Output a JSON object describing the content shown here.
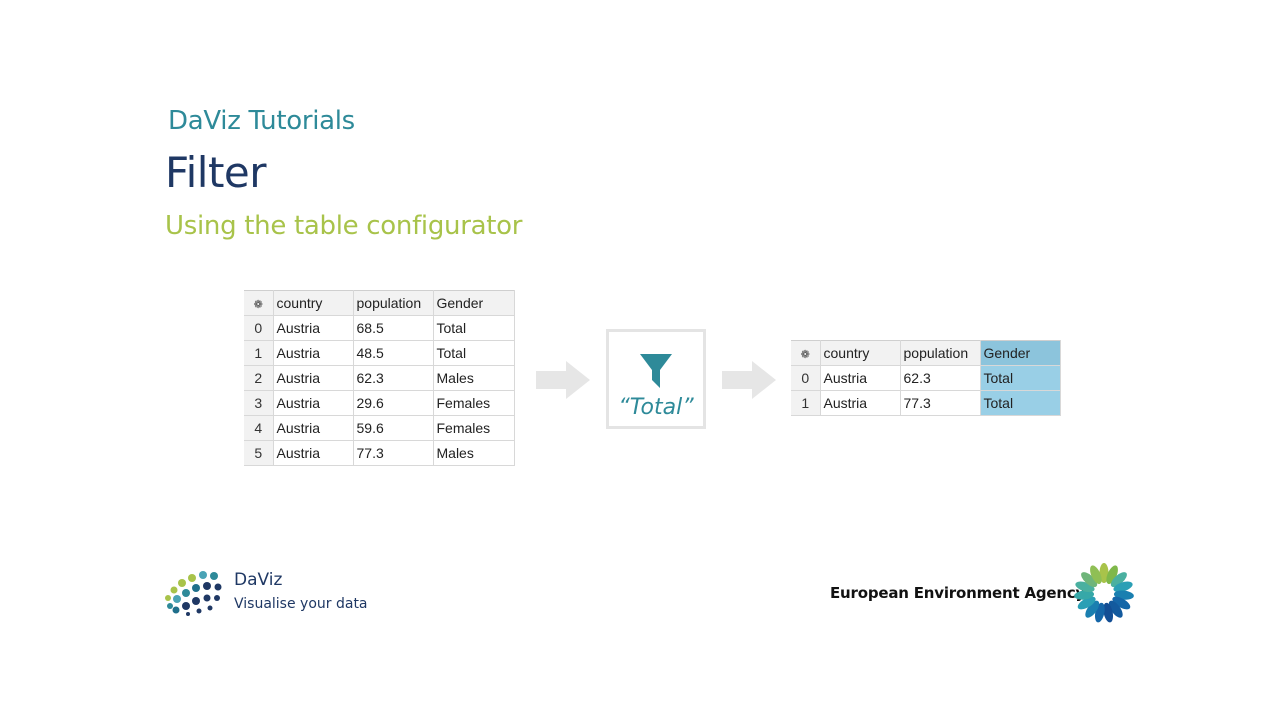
{
  "header": {
    "series": "DaViz Tutorials",
    "title": "Filter",
    "subtitle": "Using the table configurator"
  },
  "source_table": {
    "columns": [
      "country",
      "population",
      "Gender"
    ],
    "rows": [
      {
        "idx": "0",
        "country": "Austria",
        "population": "68.5",
        "gender": "Total"
      },
      {
        "idx": "1",
        "country": "Austria",
        "population": "48.5",
        "gender": "Total"
      },
      {
        "idx": "2",
        "country": "Austria",
        "population": "62.3",
        "gender": "Males"
      },
      {
        "idx": "3",
        "country": "Austria",
        "population": "29.6",
        "gender": "Females"
      },
      {
        "idx": "4",
        "country": "Austria",
        "population": "59.6",
        "gender": "Females"
      },
      {
        "idx": "5",
        "country": "Austria",
        "population": "77.3",
        "gender": "Males"
      }
    ]
  },
  "filter": {
    "icon": "filter-funnel-icon",
    "value": "“Total”",
    "color": "#2e8a99"
  },
  "result_table": {
    "columns": [
      "country",
      "population",
      "Gender"
    ],
    "highlight_color": "#99cfe6",
    "rows": [
      {
        "idx": "0",
        "country": "Austria",
        "population": "62.3",
        "gender": "Total"
      },
      {
        "idx": "1",
        "country": "Austria",
        "population": "77.3",
        "gender": "Total"
      }
    ]
  },
  "footer": {
    "daviz_name": "DaViz",
    "daviz_tagline": "Visualise your data",
    "eea_name": "European Environment Agency"
  }
}
